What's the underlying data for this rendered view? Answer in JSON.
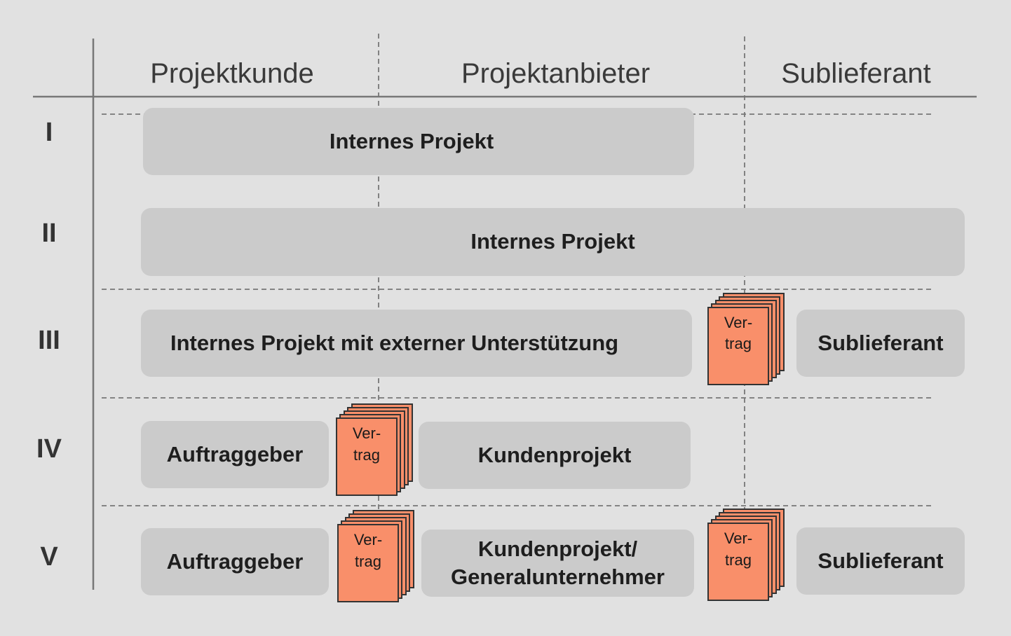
{
  "columns": [
    "Projektkunde",
    "Projektanbieter",
    "Sublieferant"
  ],
  "rows": [
    {
      "label": "I",
      "boxes": [
        "Internes Projekt"
      ]
    },
    {
      "label": "II",
      "boxes": [
        "Internes Projekt"
      ]
    },
    {
      "label": "III",
      "boxes": [
        "Internes Projekt mit externer Unterstützung",
        "Sublieferant"
      ]
    },
    {
      "label": "IV",
      "boxes": [
        "Auftraggeber",
        "Kundenprojekt"
      ]
    },
    {
      "label": "V",
      "boxes": [
        "Auftraggeber",
        "Kundenprojekt/",
        "Generalunternehmer",
        "Sublieferant"
      ]
    }
  ],
  "contract": {
    "line1": "Ver-",
    "line2": "trag"
  },
  "colors": {
    "background": "#e1e1e1",
    "box": "#cbcbcb",
    "contract": "#f98f6a",
    "lines": "#777777"
  }
}
